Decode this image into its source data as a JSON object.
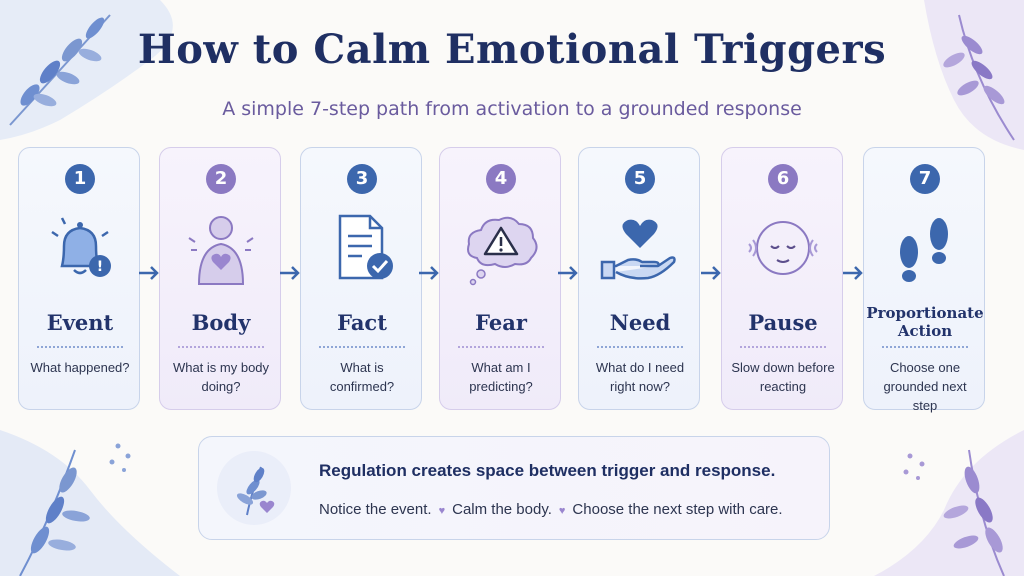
{
  "title": "How to Calm Emotional Triggers",
  "subtitle": "A simple 7-step path from activation to a grounded response",
  "steps": [
    {
      "number": "1",
      "name": "Event",
      "question": "What happened?",
      "icon": "bell-alert-icon"
    },
    {
      "number": "2",
      "name": "Body",
      "question": "What is my body doing?",
      "icon": "body-heart-icon"
    },
    {
      "number": "3",
      "name": "Fact",
      "question": "What is confirmed?",
      "icon": "document-check-icon"
    },
    {
      "number": "4",
      "name": "Fear",
      "question": "What am I predicting?",
      "icon": "thought-warning-icon"
    },
    {
      "number": "5",
      "name": "Need",
      "question": "What do I need right now?",
      "icon": "hand-heart-icon"
    },
    {
      "number": "6",
      "name": "Pause",
      "question": "Slow down before reacting",
      "icon": "calm-face-icon"
    },
    {
      "number": "7",
      "name": "Proportionate Action",
      "question": "Choose one grounded next step",
      "icon": "footsteps-icon"
    }
  ],
  "summary": {
    "headline": "Regulation creates space between trigger and response.",
    "points": [
      "Notice the event.",
      "Calm the body.",
      "Choose the next step with care."
    ],
    "icon": "leaf-heart-icon"
  },
  "colors": {
    "navy": "#1f2f63",
    "blue": "#3c67ad",
    "purple": "#8b79c2",
    "lavender_text": "#6a5b9e"
  }
}
